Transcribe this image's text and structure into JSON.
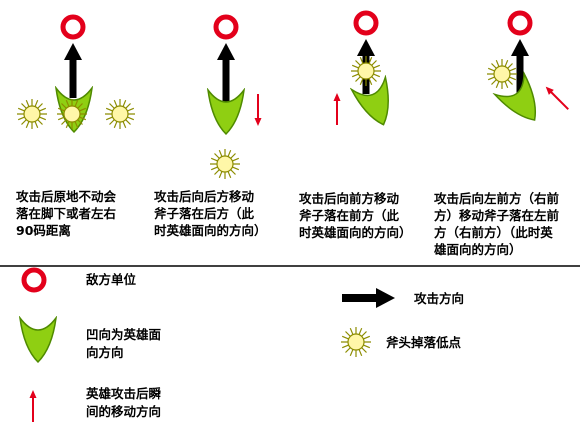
{
  "scenarios": [
    {
      "caption": "攻击后原地不动会\n落在脚下或者左右\n90码距离"
    },
    {
      "caption": "攻击后向后方移动\n斧子落在后方（此\n时英雄面向的方向）"
    },
    {
      "caption": "攻击后向前方移动\n斧子落在前方（此\n时英雄面向的方向）"
    },
    {
      "caption": "攻击后向左前方（右前\n方）移动斧子落在左前\n方（右前方）（此时英\n雄面向的方向）"
    }
  ],
  "legend": {
    "enemy": "敌方单位",
    "attack_direction": "攻击方向",
    "hero_facing": "凹向为英雄面\n向方向",
    "axe_landing": "斧头掉落低点",
    "hero_move": "英雄攻击后瞬\n间的移动方向"
  },
  "colors": {
    "enemy": "#e3001b",
    "hero": "#8fcf12",
    "hero_stroke": "#4f8a00",
    "axe_fill": "#fff7a8",
    "axe_ray": "#8c8c00",
    "arrow": "#000000",
    "move_arrow": "#e3001b"
  }
}
